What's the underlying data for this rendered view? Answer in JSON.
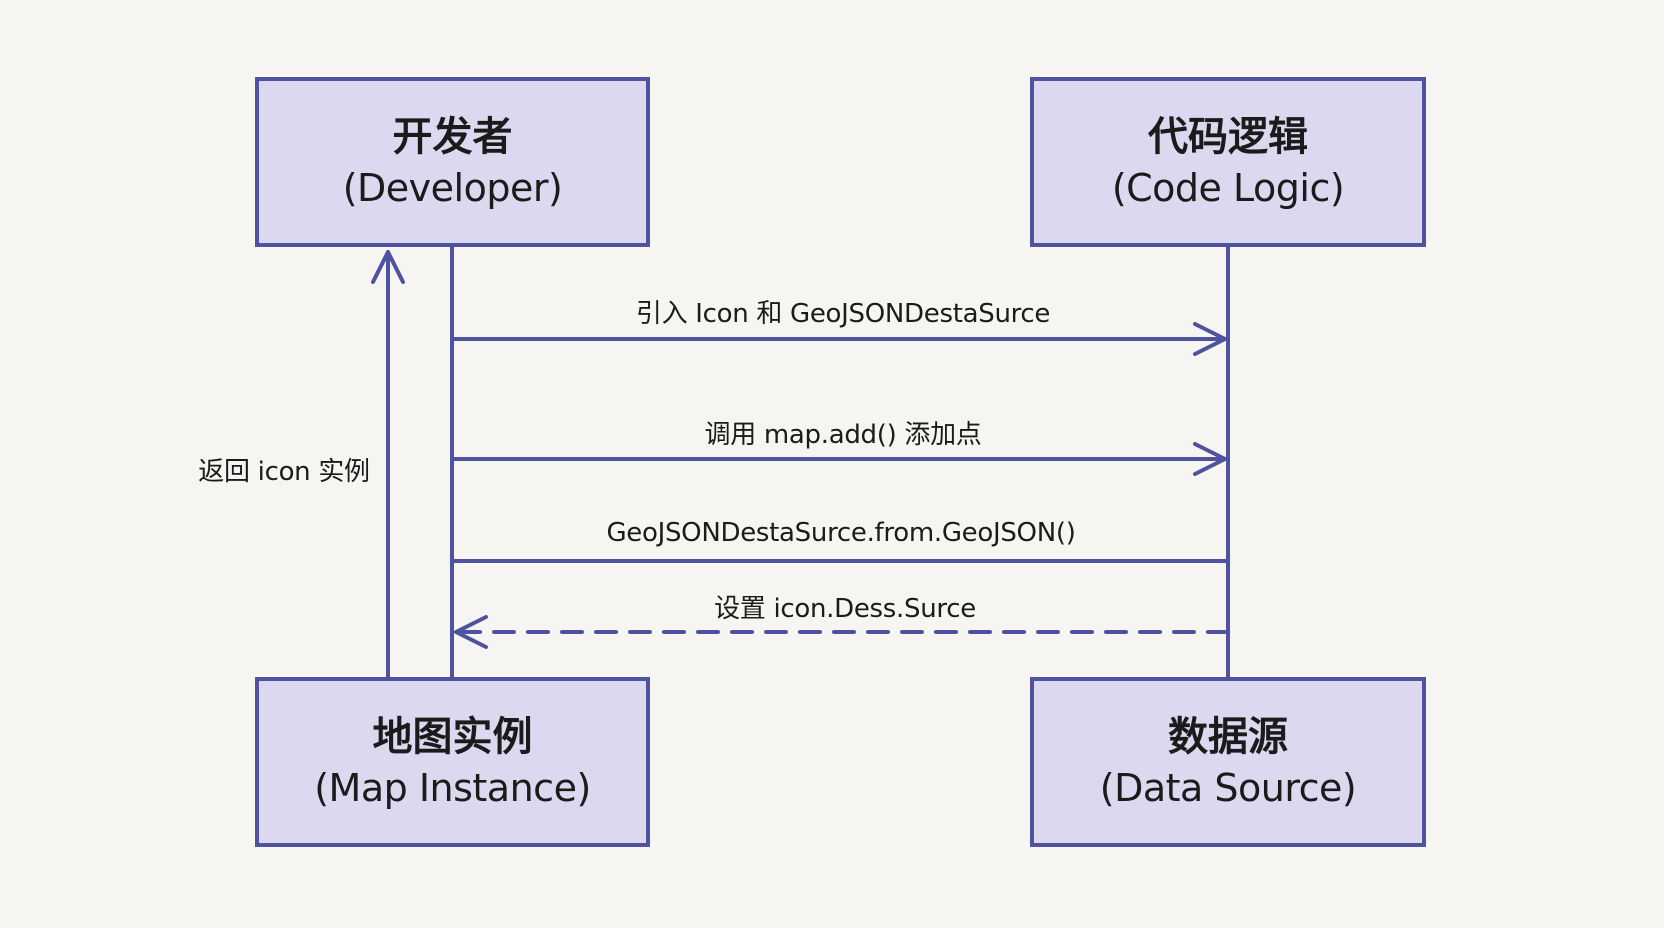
{
  "nodes": {
    "developer": {
      "zh": "开发者",
      "en": "(Developer)"
    },
    "code_logic": {
      "zh": "代码逻辑",
      "en": "(Code Logic)"
    },
    "map_instance": {
      "zh": "地图实例",
      "en": "(Map Instance)"
    },
    "data_source": {
      "zh": "数据源",
      "en": "(Data Source)"
    }
  },
  "messages": [
    {
      "label": "引入 Icon 和 GeoJSONDestaSurce",
      "style": "solid"
    },
    {
      "label": "调用 map.add() 添加点",
      "style": "solid"
    },
    {
      "label": "GeoJSONDestaSurce.from.GeoJSON()",
      "style": "solid"
    },
    {
      "label": "设置 icon.Dess.Surce",
      "style": "dashed"
    },
    {
      "label": "返回 icon 实例",
      "style": "solid"
    }
  ],
  "colors": {
    "box_fill": "#dcd8f0",
    "line": "#4f529e",
    "background": "#f6f5f2"
  }
}
